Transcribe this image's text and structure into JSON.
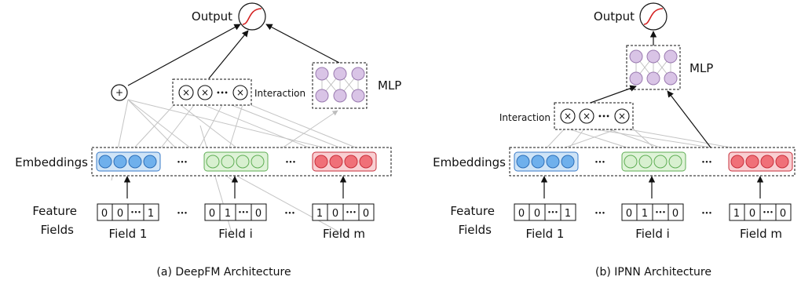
{
  "colors": {
    "blue_fill": "#6fb0ec",
    "blue_bg": "#cfe4f7",
    "blue_stroke": "#3a7bc8",
    "green_fill": "#d8f0d0",
    "green_bg": "#dff3d8",
    "green_stroke": "#5fae55",
    "red_fill": "#f07078",
    "red_bg": "#f9cfd2",
    "red_stroke": "#c8303c",
    "purple_fill": "#d9c4e6",
    "purple_stroke": "#9a7ab0",
    "sigmoid": "#d42020",
    "line_gray": "#c0c0c0"
  },
  "panels": [
    {
      "output_label": "Output",
      "interaction_label": "Interaction",
      "mlp_label": "MLP",
      "embeddings_label": "Embeddings",
      "feature_fields_line1": "Feature",
      "feature_fields_line2": "Fields",
      "add_symbol": "+",
      "product_symbol": "×",
      "ellipsis": "•••",
      "fields": [
        {
          "name": "Field 1",
          "cells": [
            "0",
            "0",
            "•••",
            "1"
          ]
        },
        {
          "name": "Field i",
          "cells": [
            "0",
            "1",
            "•••",
            "0"
          ]
        },
        {
          "name": "Field m",
          "cells": [
            "1",
            "0",
            "•••",
            "0"
          ]
        }
      ],
      "caption": "(a) DeepFM Architecture"
    },
    {
      "output_label": "Output",
      "interaction_label": "Interaction",
      "mlp_label": "MLP",
      "embeddings_label": "Embeddings",
      "feature_fields_line1": "Feature",
      "feature_fields_line2": "Fields",
      "product_symbol": "×",
      "ellipsis": "•••",
      "fields": [
        {
          "name": "Field 1",
          "cells": [
            "0",
            "0",
            "•••",
            "1"
          ]
        },
        {
          "name": "Field i",
          "cells": [
            "0",
            "1",
            "•••",
            "0"
          ]
        },
        {
          "name": "Field m",
          "cells": [
            "1",
            "0",
            "•••",
            "0"
          ]
        }
      ],
      "caption": "(b) IPNN Architecture"
    }
  ]
}
